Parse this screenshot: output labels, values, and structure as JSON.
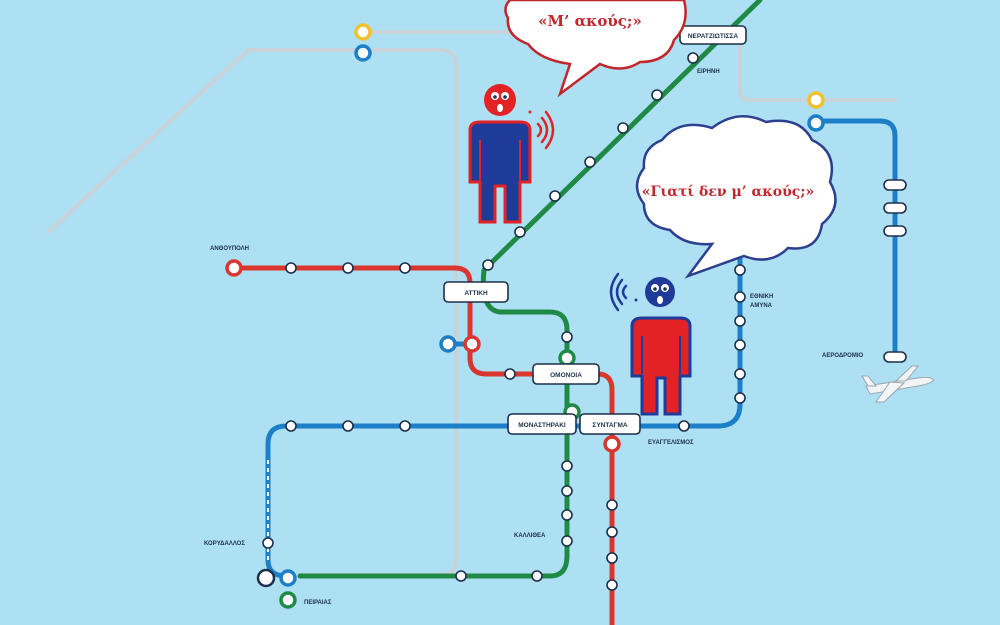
{
  "speech": {
    "top_bubble": "«Μ’ ακούς;»",
    "right_bubble": "«Γιατί δεν μ’ ακούς;»"
  },
  "stations": {
    "neratziotissa": "ΝΕΡΑΤΖΙΩΤΙΣΣΑ",
    "eirini": "ΕΙΡΗΝΗ",
    "anthoupoli": "ΑΝΘΟΥΠΟΛΗ",
    "attiki": "ΑΤΤΙΚΗ",
    "omonoia": "ΟΜΟΝΟΙΑ",
    "monastiraki": "ΜΟΝΑΣΤΗΡΑΚΙ",
    "syntagma": "ΣΥΝΤΑΓΜΑ",
    "evangelismos": "ΕΥΑΓΓΕΛΙΣΜΟΣ",
    "ethniki_amyna_1": "ΕΘΝΙΚΗ",
    "ethniki_amyna_2": "ΑΜΥΝΑ",
    "aerodromio": "ΑΕΡΟΔΡΟΜΙΟ",
    "korydallos": "ΚΟΡΥΔΑΛΛΟΣ",
    "kallithea": "ΚΑΛΛΙΘΕΑ",
    "peiraias": "ΠΕΙΡΑΙΑΣ"
  },
  "colors": {
    "background": "#aee0f4",
    "line_red": "#d9362e",
    "line_green": "#1f8a45",
    "line_blue": "#1c7fc8",
    "line_gray": "#c8d2d8",
    "suburban_yellow": "#f2c12e",
    "bubble_outline": "#2d3f8f",
    "figure_blue": "#1f3b9a",
    "figure_red": "#e32226"
  },
  "icons": {
    "left_figure": "person-blue-icon",
    "right_figure": "person-red-icon",
    "left_signal": "sound-waves-icon",
    "right_signal": "sound-waves-icon",
    "airplane": "airplane-icon"
  }
}
